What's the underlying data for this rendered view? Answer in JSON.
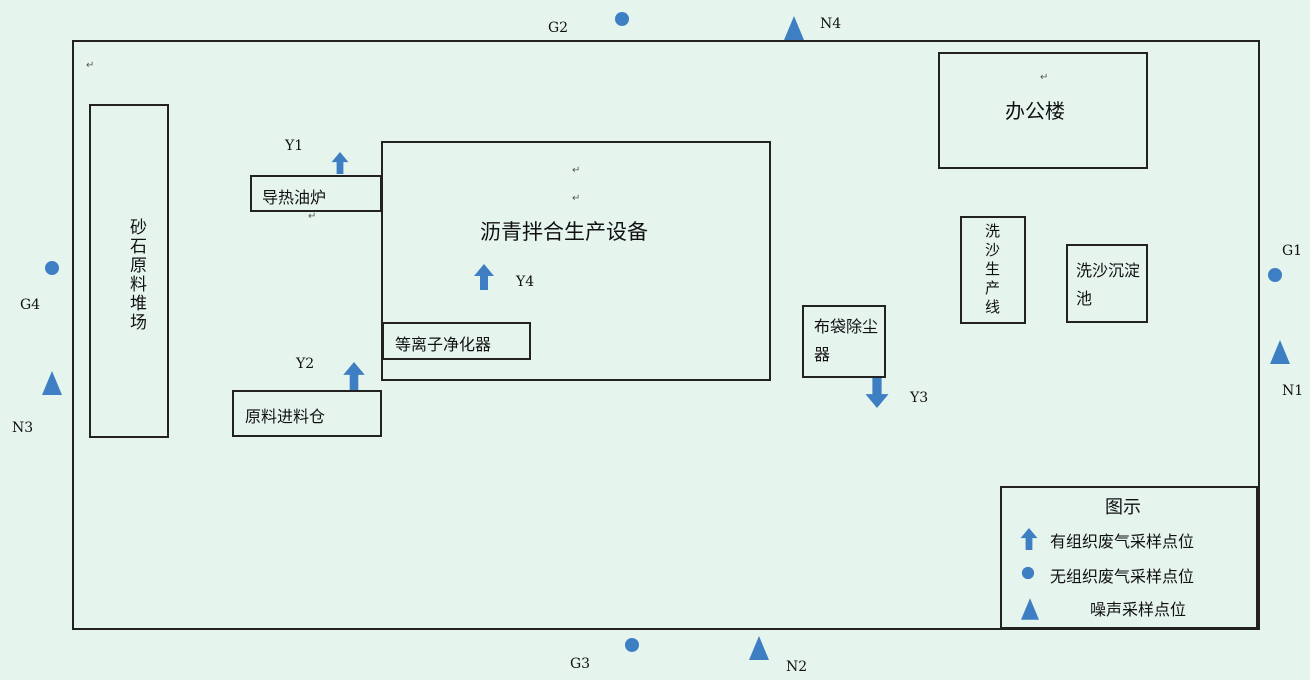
{
  "colors": {
    "background": "#e6f4ee",
    "marker": "#3e7fc4",
    "outline": "#222222"
  },
  "buildings": {
    "sand_stockpile": "砂石原料堆场",
    "oil_furnace": "导热油炉",
    "asphalt_equipment": "沥青拌合生产设备",
    "plasma_purifier": "等离子净化器",
    "raw_bin": "原料进料仓",
    "bag_filter": "布袋除尘器",
    "office": "办公楼",
    "wash_line": "洗沙生产线",
    "wash_pond": "洗沙沉淀池"
  },
  "points": {
    "y1": "Y1",
    "y2": "Y2",
    "y3": "Y3",
    "y4": "Y4",
    "g1": "G1",
    "g2": "G2",
    "g3": "G3",
    "g4": "G4",
    "n1": "N1",
    "n2": "N2",
    "n3": "N3",
    "n4": "N4"
  },
  "icons": {
    "organized": "up-arrow-icon",
    "unorganized": "circle-icon",
    "noise": "triangle-icon"
  },
  "legend": {
    "title": "图示",
    "organized": "有组织废气采样点位",
    "unorganized": "无组织废气采样点位",
    "noise": "噪声采样点位"
  }
}
